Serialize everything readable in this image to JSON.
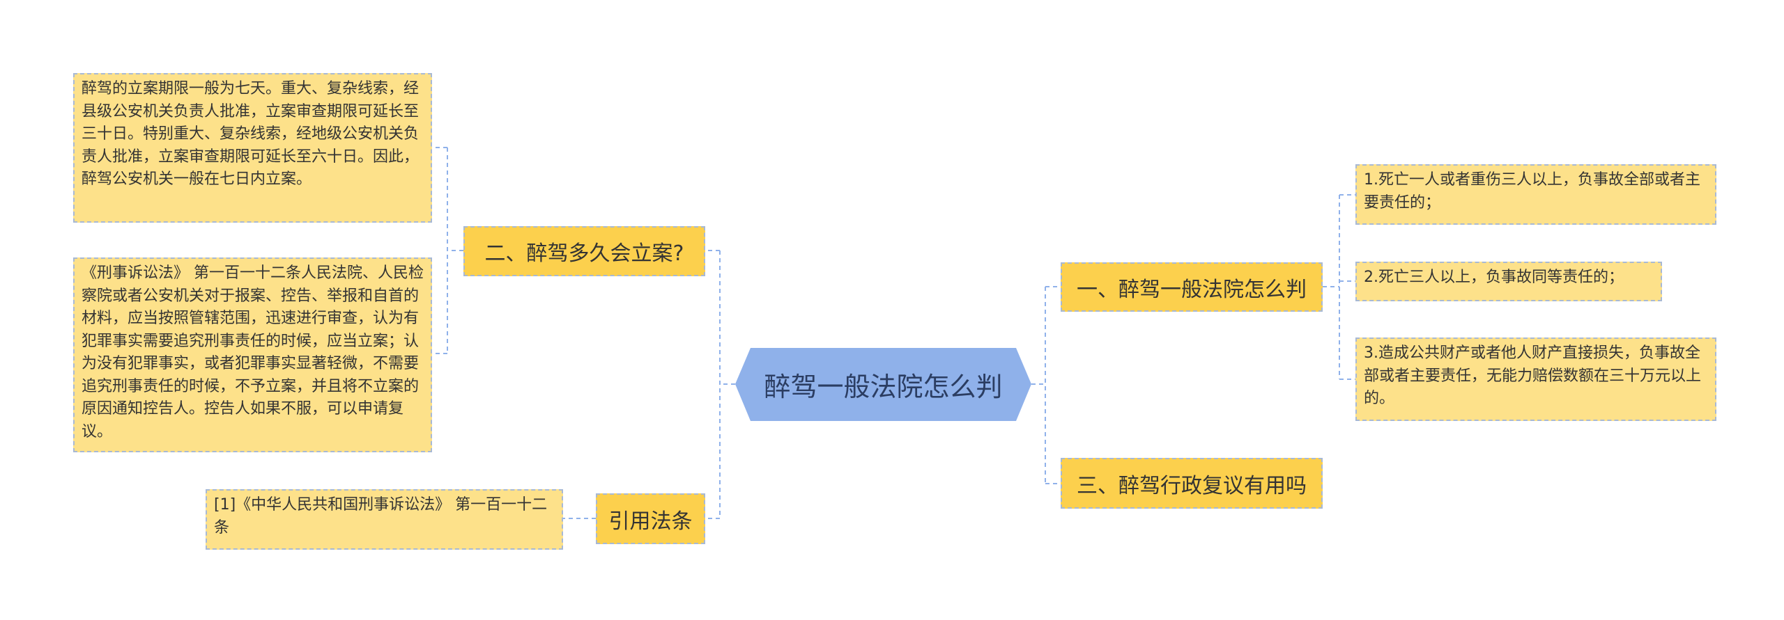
{
  "root": {
    "label": "醉驾一般法院怎么判"
  },
  "branches": {
    "b1": {
      "label": "一、醉驾一般法院怎么判",
      "leaves": [
        "1.死亡一人或者重伤三人以上，负事故全部或者主要责任的；",
        "2.死亡三人以上，负事故同等责任的；",
        "3.造成公共财产或者他人财产直接损失，负事故全部或者主要责任，无能力赔偿数额在三十万元以上的。"
      ]
    },
    "b2": {
      "label": "二、醉驾多久会立案?",
      "leaves": [
        "醉驾的立案期限一般为七天。重大、复杂线索，经县级公安机关负责人批准，立案审查期限可延长至三十日。特别重大、复杂线索，经地级公安机关负责人批准，立案审查期限可延长至六十日。因此，醉驾公安机关一般在七日内立案。",
        "《刑事诉讼法》 第一百一十二条人民法院、人民检察院或者公安机关对于报案、控告、举报和自首的材料，应当按照管辖范围，迅速进行审查，认为有犯罪事实需要追究刑事责任的时候，应当立案；认为没有犯罪事实，或者犯罪事实显著轻微，不需要追究刑事责任的时候，不予立案，并且将不立案的原因通知控告人。控告人如果不服，可以申请复议。"
      ]
    },
    "b3": {
      "label": "三、醉驾行政复议有用吗",
      "leaves": []
    },
    "b4": {
      "label": "引用法条",
      "leaves": [
        "[1]《中华人民共和国刑事诉讼法》 第一百一十二条"
      ]
    }
  },
  "colors": {
    "root_fill": "#8fb1ea",
    "branch_fill": "#fcd04d",
    "leaf_fill": "#fde18a",
    "connector": "#8fb1ea",
    "node_border": "#a8b9d4"
  }
}
